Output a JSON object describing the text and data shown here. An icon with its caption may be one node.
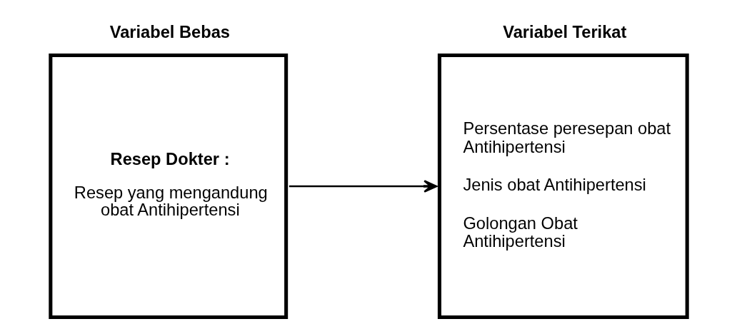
{
  "diagram": {
    "nodes": [
      {
        "text": [
          "Variabel Bebas",
          "Resep Dokter :",
          "Resep yang mengandung obat Antihipertensi"
        ]
      },
      {
        "text": [
          "Variabel Terikat",
          "Persentase peresepan obat Antihipertensi",
          "Jenis obat Antihipertensi",
          "Golongan Obat Antihipertensi"
        ]
      }
    ],
    "edges": [
      {
        "from": 0,
        "to": 1,
        "arrow": "to"
      }
    ]
  }
}
